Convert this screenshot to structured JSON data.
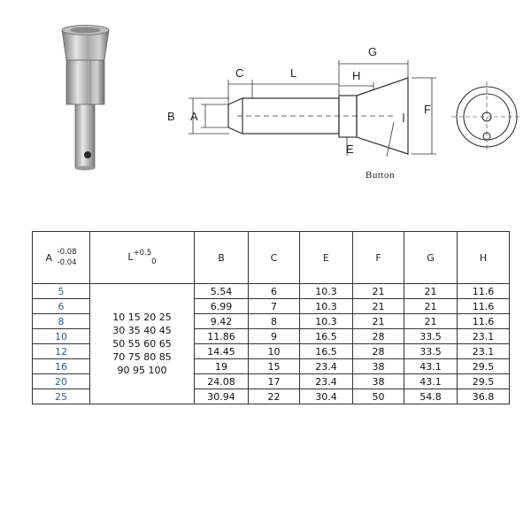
{
  "diagram": {
    "labels": {
      "B": "B",
      "A": "A",
      "C": "C",
      "L": "L",
      "G": "G",
      "H": "H",
      "F": "F",
      "E": "E",
      "button": "Button"
    }
  },
  "table": {
    "headers": {
      "A": "A",
      "A_tol_upper": "-0.08",
      "A_tol_lower": "-0.04",
      "L": "L",
      "L_tol_upper": "+0.5",
      "L_tol_lower": "0",
      "B": "B",
      "C": "C",
      "E": "E",
      "F": "F",
      "G": "G",
      "H": "H"
    },
    "lengths": [
      "10 15 20 25",
      "30 35 40 45",
      "50 55 60 65",
      "70 75 80 85",
      "90 95 100"
    ],
    "rows": [
      {
        "A": "5",
        "B": "5.54",
        "C": "6",
        "E": "10.3",
        "F": "21",
        "G": "21",
        "H": "11.6"
      },
      {
        "A": "6",
        "B": "6.99",
        "C": "7",
        "E": "10.3",
        "F": "21",
        "G": "21",
        "H": "11.6"
      },
      {
        "A": "8",
        "B": "9.42",
        "C": "8",
        "E": "10.3",
        "F": "21",
        "G": "21",
        "H": "11.6"
      },
      {
        "A": "10",
        "B": "11.86",
        "C": "9",
        "E": "16.5",
        "F": "28",
        "G": "33.5",
        "H": "23.1"
      },
      {
        "A": "12",
        "B": "14.45",
        "C": "10",
        "E": "16.5",
        "F": "28",
        "G": "33.5",
        "H": "23.1"
      },
      {
        "A": "16",
        "B": "19",
        "C": "15",
        "E": "23.4",
        "F": "38",
        "G": "43.1",
        "H": "29.5"
      },
      {
        "A": "20",
        "B": "24.08",
        "C": "17",
        "E": "23.4",
        "F": "38",
        "G": "43.1",
        "H": "29.5"
      },
      {
        "A": "25",
        "B": "30.94",
        "C": "22",
        "E": "30.4",
        "F": "50",
        "G": "54.8",
        "H": "36.8"
      }
    ]
  }
}
